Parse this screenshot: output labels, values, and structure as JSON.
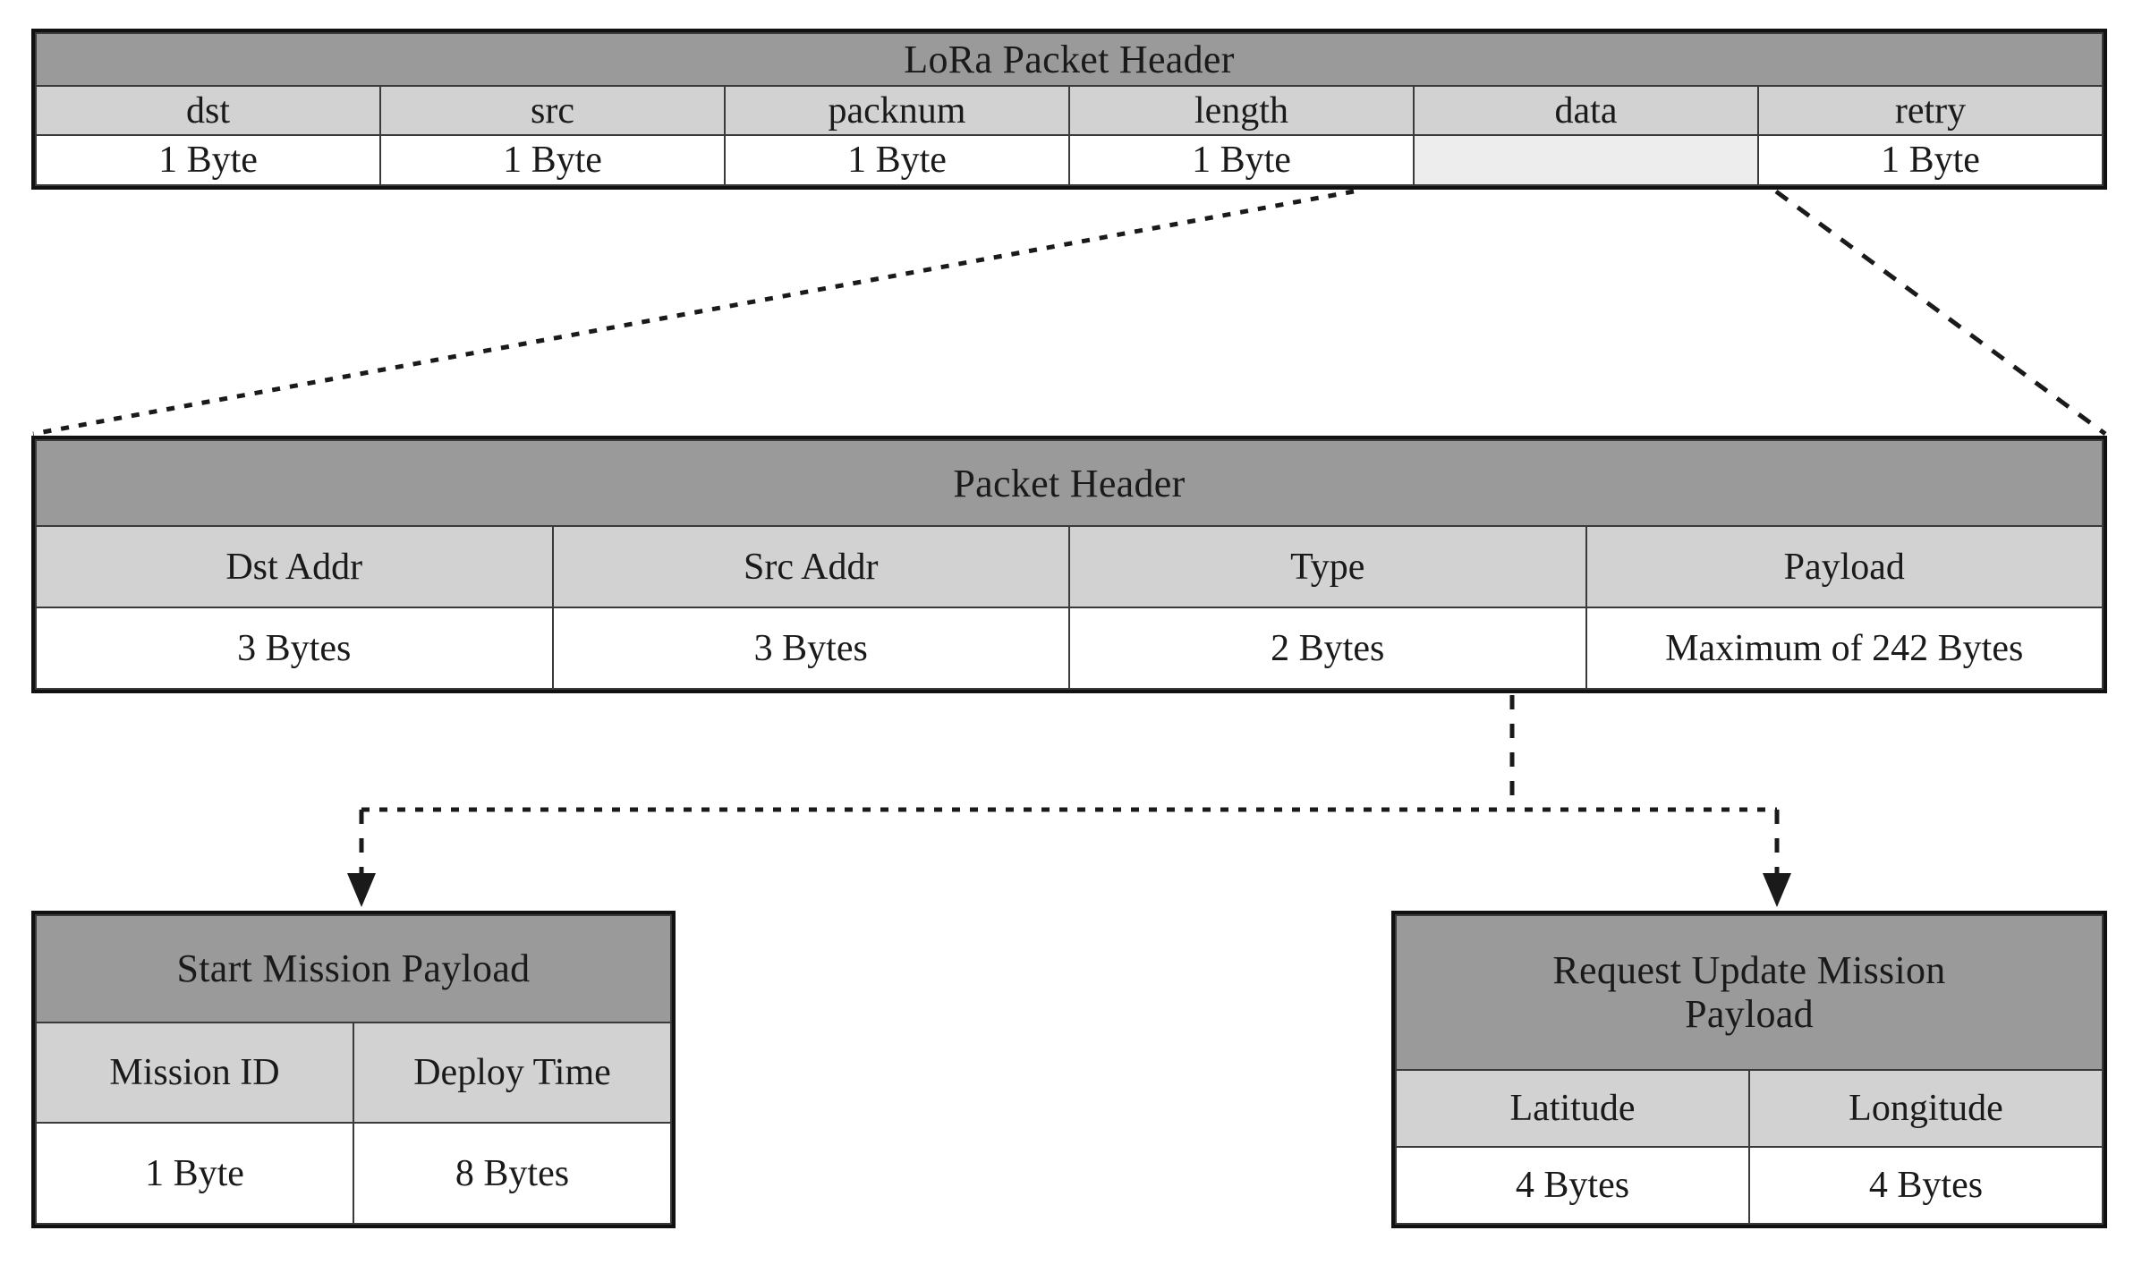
{
  "diagram": {
    "title": "LoRa packet structure breakdown",
    "colors": {
      "title_row_fill": "#9a9a9a",
      "field_row_fill": "#d2d2d2",
      "size_row_fill": "#ffffff",
      "empty_cell_fill": "#ededed",
      "outer_border": "#111111",
      "inner_border": "#3a3a3a",
      "connector": "#1a1a1a"
    },
    "tables": {
      "lora_packet_header": {
        "title": "LoRa Packet Header",
        "fields": [
          "dst",
          "src",
          "packnum",
          "length",
          "data",
          "retry"
        ],
        "sizes": [
          "1 Byte",
          "1 Byte",
          "1 Byte",
          "1 Byte",
          "",
          "1 Byte"
        ]
      },
      "packet_header": {
        "title": "Packet Header",
        "fields": [
          "Dst Addr",
          "Src Addr",
          "Type",
          "Payload"
        ],
        "sizes": [
          "3 Bytes",
          "3 Bytes",
          "2 Bytes",
          "Maximum of 242 Bytes"
        ]
      },
      "start_mission_payload": {
        "title": "Start Mission Payload",
        "fields": [
          "Mission ID",
          "Deploy Time"
        ],
        "sizes": [
          "1 Byte",
          "8 Bytes"
        ]
      },
      "request_update_mission_payload": {
        "title": "Request Update Mission Payload",
        "title_line1": "Request Update Mission",
        "title_line2": "Payload",
        "fields": [
          "Latitude",
          "Longitude"
        ],
        "sizes": [
          "4 Bytes",
          "4 Bytes"
        ]
      }
    },
    "connectors": [
      {
        "name": "data-expands-to-packet-header-left",
        "from": "lora_packet_header.data left edge",
        "to": "packet_header top-left corner",
        "style": "dotted"
      },
      {
        "name": "data-expands-to-packet-header-right",
        "from": "lora_packet_header.data right edge",
        "to": "packet_header top-right corner",
        "style": "dashed"
      },
      {
        "name": "payload-branches-to-start-mission-payload",
        "from": "packet_header.Payload bottom center",
        "to": "start_mission_payload top center",
        "style": "dashed",
        "arrow": true
      },
      {
        "name": "payload-branches-to-request-update-mission-payload",
        "from": "packet_header.Payload bottom center",
        "to": "request_update_mission_payload top center",
        "style": "dashed",
        "arrow": true
      }
    ]
  }
}
